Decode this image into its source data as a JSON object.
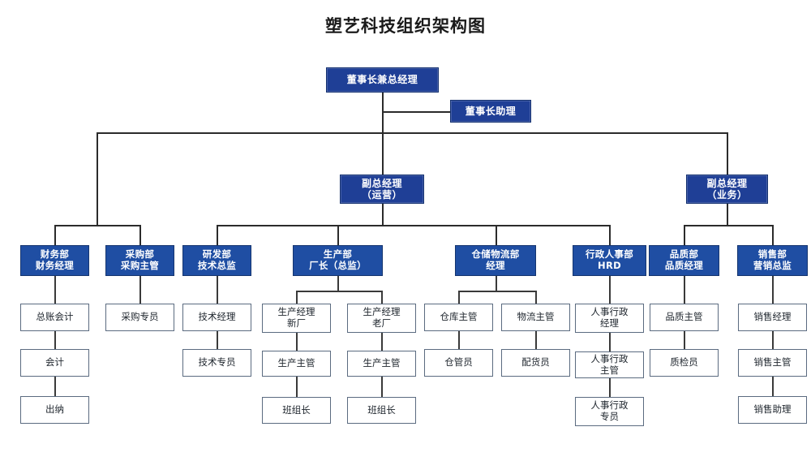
{
  "title": "塑艺科技组织架构图",
  "theme": {
    "exec_fill": "#1f3f96",
    "dept_fill": "#1f4ea3",
    "leaf_fill": "#ffffff",
    "leaf_border": "#5b6b80",
    "line_color": "#2b2b2b",
    "title_color": "#1a1a1a"
  },
  "nodes": {
    "chairman": "董事长兼总经理",
    "chairman_assistant": "董事长助理",
    "vp_operations": "副总经理\n（运营）",
    "vp_business": "副总经理\n（业务）",
    "dept_finance": "财务部\n财务经理",
    "dept_purchasing": "采购部\n采购主管",
    "dept_rd": "研发部\n技术总监",
    "dept_production": "生产部\n厂长（总监）",
    "dept_warehouse": "仓储物流部\n经理",
    "dept_hr": "行政人事部\nHRD",
    "dept_quality": "品质部\n品质经理",
    "dept_sales": "销售部\n营销总监",
    "finance_1": "总账会计",
    "finance_2": "会计",
    "finance_3": "出纳",
    "purchasing_1": "采购专员",
    "rd_1": "技术经理",
    "rd_2": "技术专员",
    "prod_new_1": "生产经理\n新厂",
    "prod_new_2": "生产主管",
    "prod_new_3": "班组长",
    "prod_old_1": "生产经理\n老厂",
    "prod_old_2": "生产主管",
    "prod_old_3": "班组长",
    "wh_store_1": "仓库主管",
    "wh_store_2": "仓管员",
    "wh_logi_1": "物流主管",
    "wh_logi_2": "配货员",
    "hr_1": "人事行政\n经理",
    "hr_2": "人事行政\n主管",
    "hr_3": "人事行政\n专员",
    "quality_1": "品质主管",
    "quality_2": "质检员",
    "sales_1": "销售经理",
    "sales_2": "销售主管",
    "sales_3": "销售助理"
  },
  "chart_data": {
    "type": "diagram",
    "diagram_kind": "organization-chart",
    "title": "塑艺科技组织架构图",
    "levels": [
      {
        "level": 0,
        "items": [
          {
            "id": "chairman",
            "label": "董事长兼总经理",
            "style": "exec"
          }
        ]
      },
      {
        "level": 0.5,
        "items": [
          {
            "id": "chairman_assistant",
            "label": "董事长助理",
            "style": "exec",
            "parent": "chairman",
            "relation": "staff"
          }
        ]
      },
      {
        "level": 1,
        "items": [
          {
            "id": "vp_operations",
            "label": "副总经理（运营）",
            "style": "exec",
            "parent": "chairman"
          },
          {
            "id": "vp_business",
            "label": "副总经理（业务）",
            "style": "exec",
            "parent": "chairman"
          }
        ]
      },
      {
        "level": 2,
        "items": [
          {
            "id": "dept_finance",
            "label": "财务部 / 财务经理",
            "style": "dept",
            "parent": "chairman"
          },
          {
            "id": "dept_purchasing",
            "label": "采购部 / 采购主管",
            "style": "dept",
            "parent": "chairman"
          },
          {
            "id": "dept_rd",
            "label": "研发部 / 技术总监",
            "style": "dept",
            "parent": "vp_operations"
          },
          {
            "id": "dept_production",
            "label": "生产部 / 厂长（总监）",
            "style": "dept",
            "parent": "vp_operations"
          },
          {
            "id": "dept_warehouse",
            "label": "仓储物流部 / 经理",
            "style": "dept",
            "parent": "vp_operations"
          },
          {
            "id": "dept_hr",
            "label": "行政人事部 / HRD",
            "style": "dept",
            "parent": "vp_operations"
          },
          {
            "id": "dept_quality",
            "label": "品质部 / 品质经理",
            "style": "dept",
            "parent": "vp_business"
          },
          {
            "id": "dept_sales",
            "label": "销售部 / 营销总监",
            "style": "dept",
            "parent": "vp_business"
          }
        ]
      },
      {
        "level": 3,
        "items": [
          {
            "id": "finance_1",
            "label": "总账会计",
            "style": "leaf",
            "parent": "dept_finance"
          },
          {
            "id": "purchasing_1",
            "label": "采购专员",
            "style": "leaf",
            "parent": "dept_purchasing"
          },
          {
            "id": "rd_1",
            "label": "技术经理",
            "style": "leaf",
            "parent": "dept_rd"
          },
          {
            "id": "prod_new_1",
            "label": "生产经理 新厂",
            "style": "leaf",
            "parent": "dept_production"
          },
          {
            "id": "prod_old_1",
            "label": "生产经理 老厂",
            "style": "leaf",
            "parent": "dept_production"
          },
          {
            "id": "wh_store_1",
            "label": "仓库主管",
            "style": "leaf",
            "parent": "dept_warehouse"
          },
          {
            "id": "wh_logi_1",
            "label": "物流主管",
            "style": "leaf",
            "parent": "dept_warehouse"
          },
          {
            "id": "hr_1",
            "label": "人事行政 经理",
            "style": "leaf",
            "parent": "dept_hr"
          },
          {
            "id": "quality_1",
            "label": "品质主管",
            "style": "leaf",
            "parent": "dept_quality"
          },
          {
            "id": "sales_1",
            "label": "销售经理",
            "style": "leaf",
            "parent": "dept_sales"
          }
        ]
      },
      {
        "level": 4,
        "items": [
          {
            "id": "finance_2",
            "label": "会计",
            "style": "leaf",
            "parent": "finance_1"
          },
          {
            "id": "rd_2",
            "label": "技术专员",
            "style": "leaf",
            "parent": "rd_1"
          },
          {
            "id": "prod_new_2",
            "label": "生产主管",
            "style": "leaf",
            "parent": "prod_new_1"
          },
          {
            "id": "prod_old_2",
            "label": "生产主管",
            "style": "leaf",
            "parent": "prod_old_1"
          },
          {
            "id": "wh_store_2",
            "label": "仓管员",
            "style": "leaf",
            "parent": "wh_store_1"
          },
          {
            "id": "wh_logi_2",
            "label": "配货员",
            "style": "leaf",
            "parent": "wh_logi_1"
          },
          {
            "id": "hr_2",
            "label": "人事行政 主管",
            "style": "leaf",
            "parent": "hr_1"
          },
          {
            "id": "quality_2",
            "label": "质检员",
            "style": "leaf",
            "parent": "quality_1"
          },
          {
            "id": "sales_2",
            "label": "销售主管",
            "style": "leaf",
            "parent": "sales_1"
          }
        ]
      },
      {
        "level": 5,
        "items": [
          {
            "id": "finance_3",
            "label": "出纳",
            "style": "leaf",
            "parent": "finance_2"
          },
          {
            "id": "prod_new_3",
            "label": "班组长",
            "style": "leaf",
            "parent": "prod_new_2"
          },
          {
            "id": "prod_old_3",
            "label": "班组长",
            "style": "leaf",
            "parent": "prod_old_2"
          },
          {
            "id": "hr_3",
            "label": "人事行政 专员",
            "style": "leaf",
            "parent": "hr_2"
          },
          {
            "id": "sales_3",
            "label": "销售助理",
            "style": "leaf",
            "parent": "sales_2"
          }
        ]
      }
    ],
    "counts": {
      "total_nodes": 36,
      "departments": 8,
      "executives": 4
    }
  }
}
